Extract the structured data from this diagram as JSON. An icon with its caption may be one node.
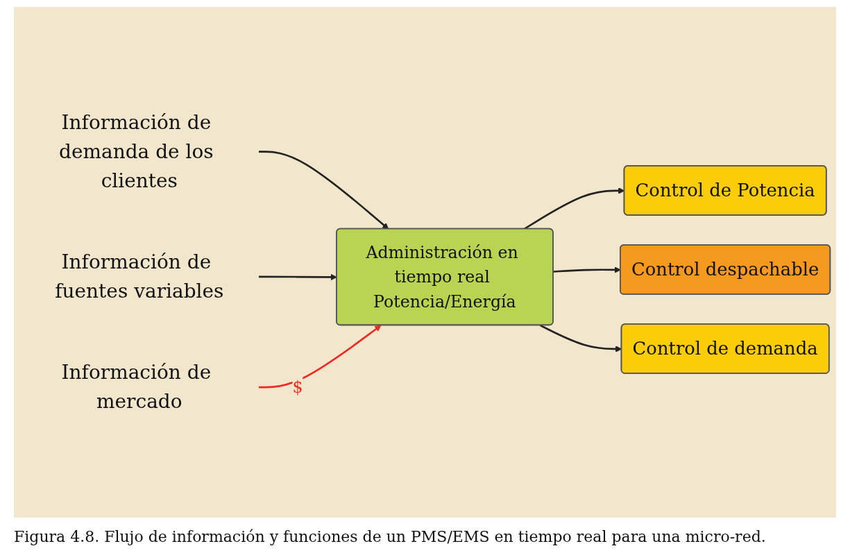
{
  "diagram": {
    "caption": "Figura 4.8. Flujo de información y funciones de un PMS/EMS en tiempo real para una micro-red.",
    "nodes": [
      {
        "text": [
          "Información de demanda de los clientes"
        ]
      },
      {
        "text": [
          "Información de fuentes variables"
        ]
      },
      {
        "text": [
          "Administración en tiempo real Potencia/Energía"
        ]
      },
      {
        "text": [
          "Control de Potencia"
        ]
      },
      {
        "text": [
          "Control despachable"
        ]
      },
      {
        "text": [
          "Control de demanda"
        ]
      },
      {
        "text": [
          "Información de mercado"
        ]
      }
    ],
    "edges": [
      {
        "from": 0,
        "to": 2,
        "arrow": "to"
      },
      {
        "from": 1,
        "to": 2,
        "arrow": "to"
      },
      {
        "from": 2,
        "to": 3,
        "arrow": "to"
      },
      {
        "from": 2,
        "to": 4,
        "arrow": "to"
      },
      {
        "from": 2,
        "to": 5,
        "arrow": "to"
      },
      {
        "from": 6,
        "to": 2,
        "arrow": "to",
        "label": "$",
        "color": "#ee2a24"
      }
    ]
  }
}
